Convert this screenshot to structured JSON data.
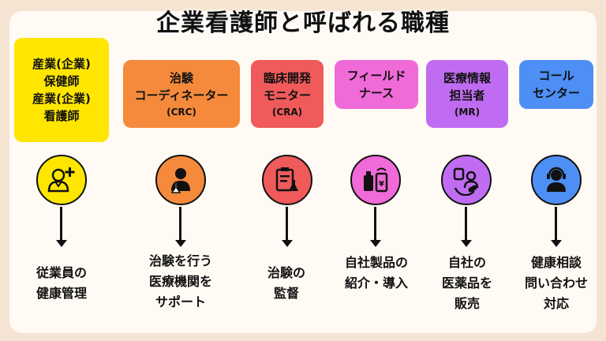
{
  "title": "企業看護師と呼ばれる職種",
  "columns": [
    {
      "label_lines": [
        "産業(企業)",
        "保健師",
        "産業(企業)",
        "看護師"
      ],
      "sub": "",
      "color": "#ffe600",
      "icon": "nurse-plus-icon",
      "desc_lines": [
        "従業員の",
        "健康管理"
      ]
    },
    {
      "label_lines": [
        "治験",
        "コーディネーター"
      ],
      "sub": "(CRC)",
      "color": "#f58a3c",
      "icon": "scientist-flask-icon",
      "desc_lines": [
        "治験を行う",
        "医療機関を",
        "サポート"
      ]
    },
    {
      "label_lines": [
        "臨床開発",
        "モニター"
      ],
      "sub": "(CRA)",
      "color": "#f05a5a",
      "icon": "clipboard-flask-icon",
      "desc_lines": [
        "治験の",
        "監督"
      ]
    },
    {
      "label_lines": [
        "フィールド",
        "ナース"
      ],
      "sub": "",
      "color": "#f06ad8",
      "icon": "products-phone-icon",
      "desc_lines": [
        "自社製品の",
        "紹介・導入"
      ]
    },
    {
      "label_lines": [
        "医療情報",
        "担当者"
      ],
      "sub": "(MR)",
      "color": "#c06cf2",
      "icon": "medicine-person-icon",
      "desc_lines": [
        "自社の",
        "医薬品を",
        "販売"
      ]
    },
    {
      "label_lines": [
        "コール",
        "センター"
      ],
      "sub": "",
      "color": "#4d8ff5",
      "icon": "headset-operator-icon",
      "desc_lines": [
        "健康相談",
        "問い合わせ",
        "対応"
      ]
    }
  ]
}
